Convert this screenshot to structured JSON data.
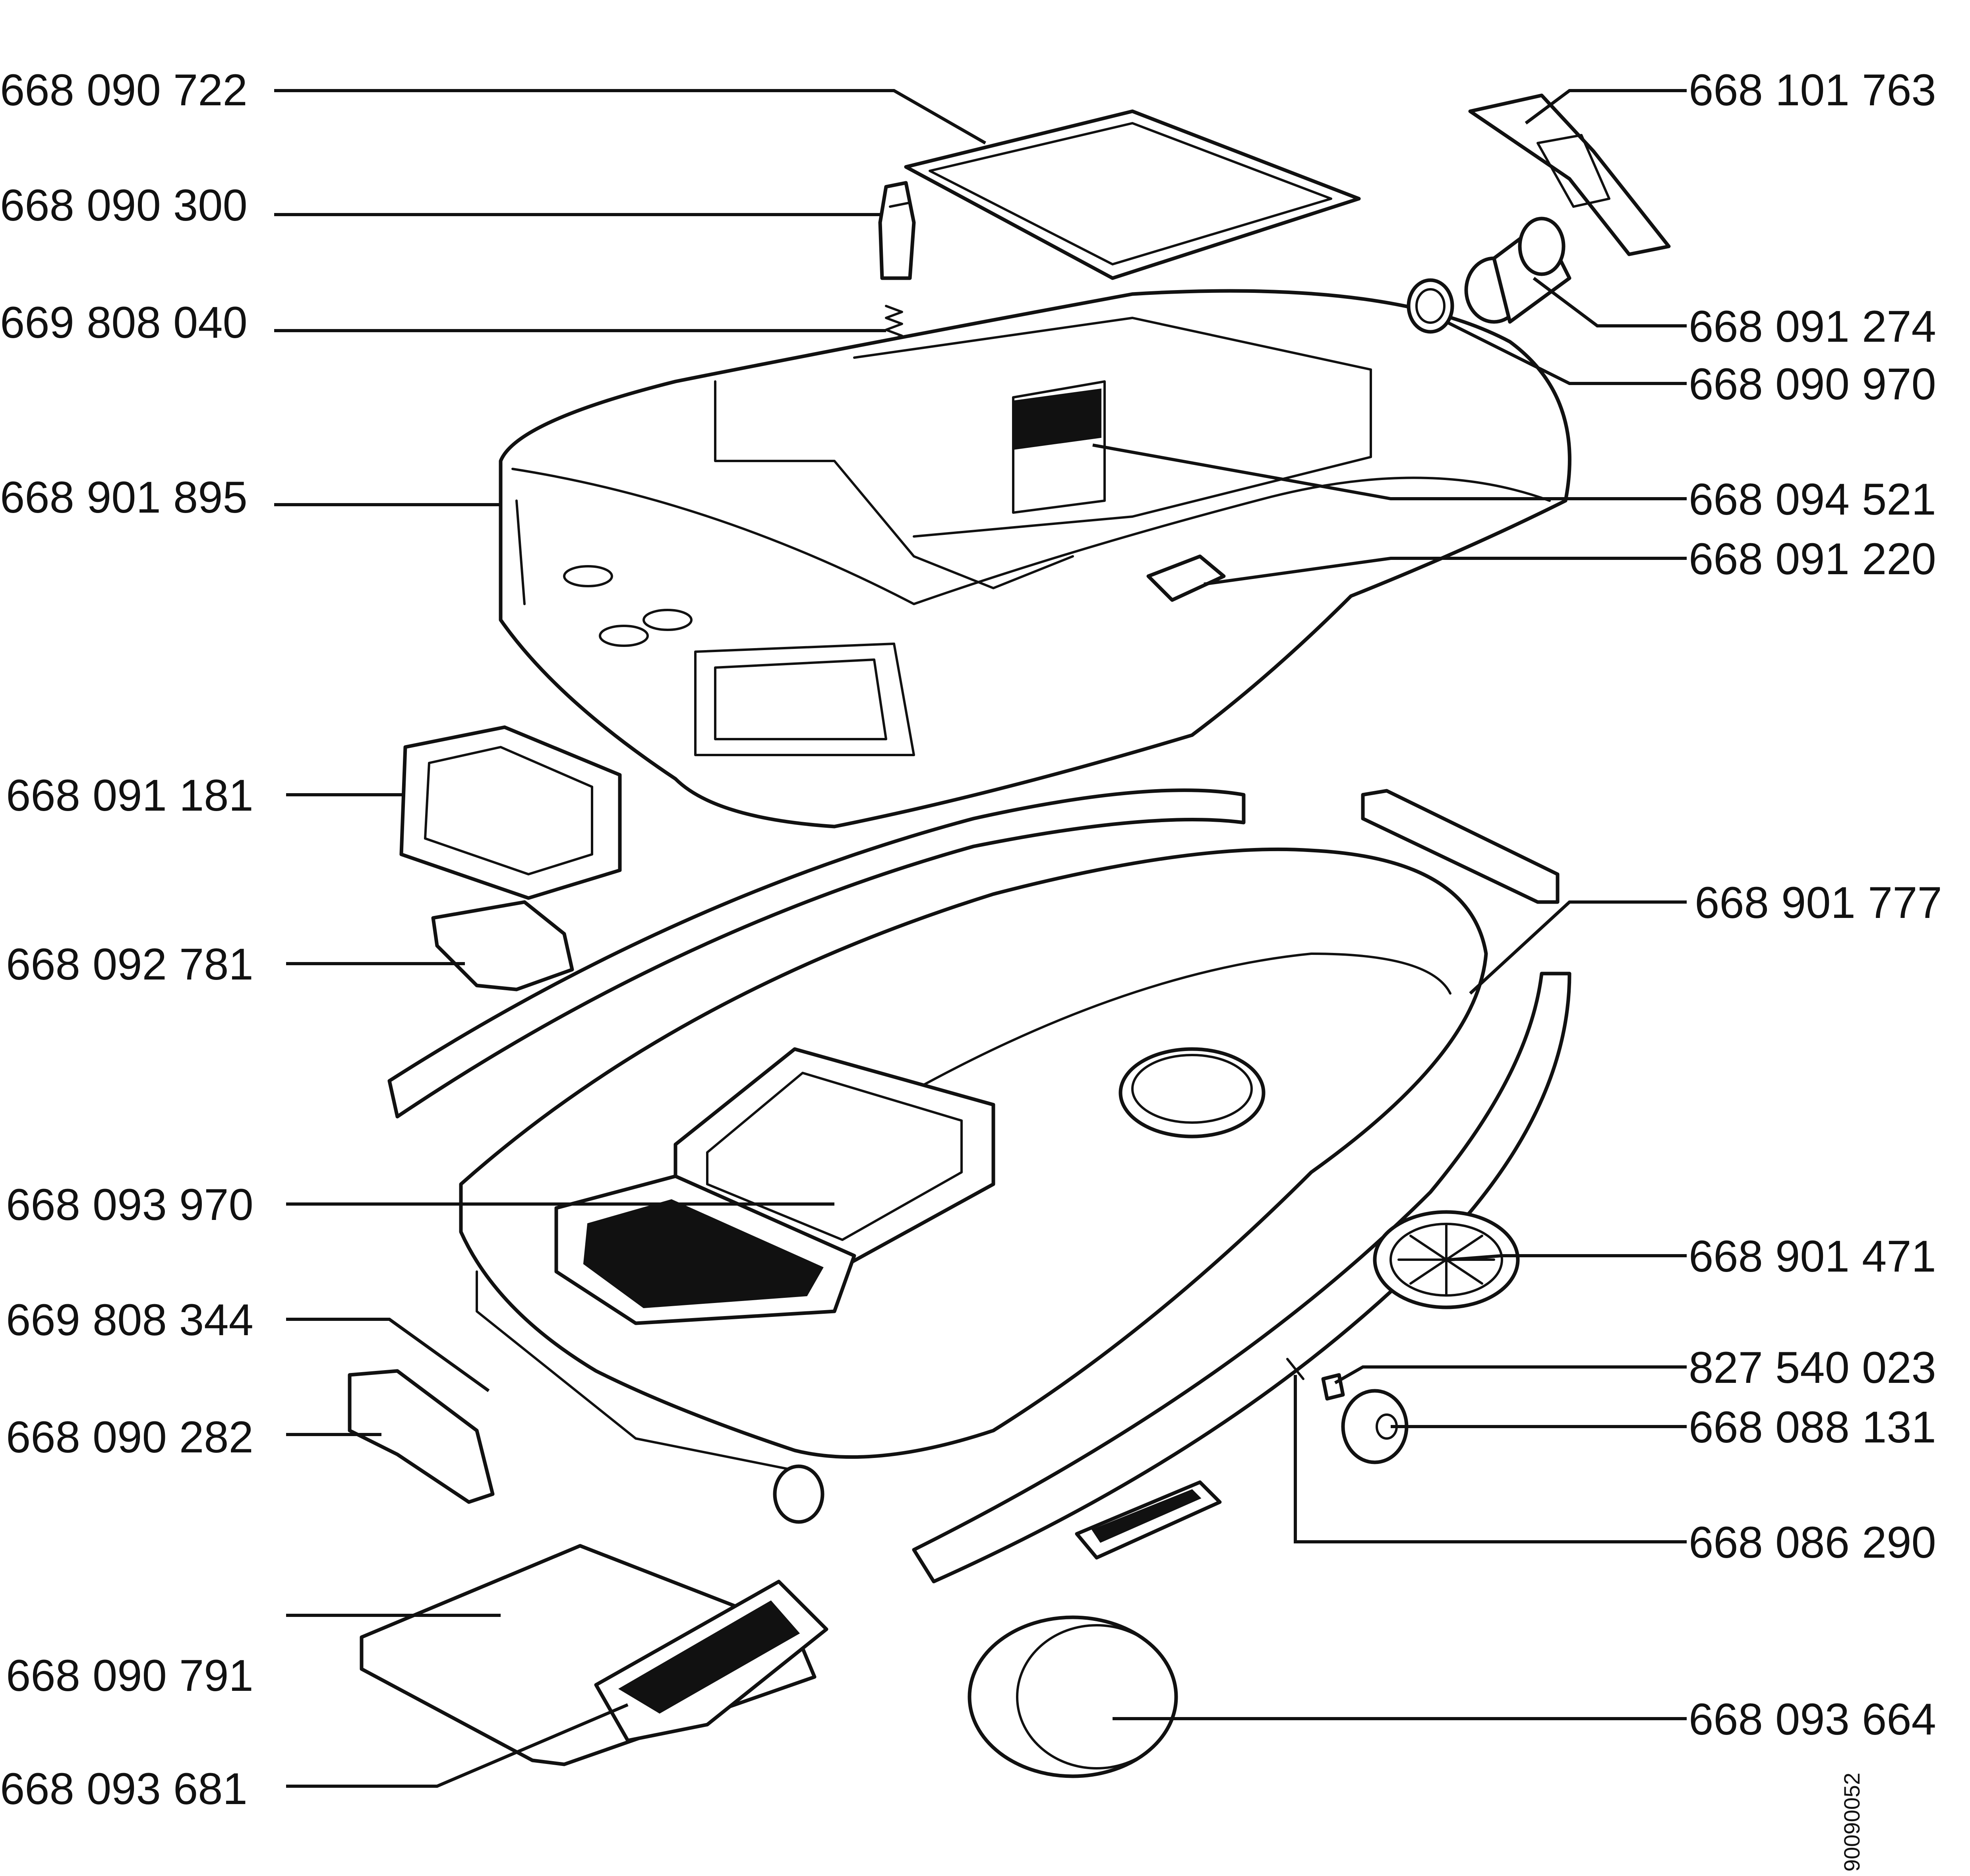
{
  "parts_left": [
    "668 090 722",
    "668 090 300",
    "669 808 040",
    "668 901 895",
    "668 091 181",
    "668 092 781",
    "668 093 970",
    "669 808 344",
    "668 090 282",
    "668 090 791",
    "668 093 681"
  ],
  "parts_right": [
    "668 101 763",
    "668 091 274",
    "668 090 970",
    "668 094 521",
    "668 091 220",
    "668 901 777",
    "668 901 471",
    "827 540 023",
    "668 088 131",
    "668 086 290",
    "668 093 664"
  ],
  "document_id": "90090052"
}
